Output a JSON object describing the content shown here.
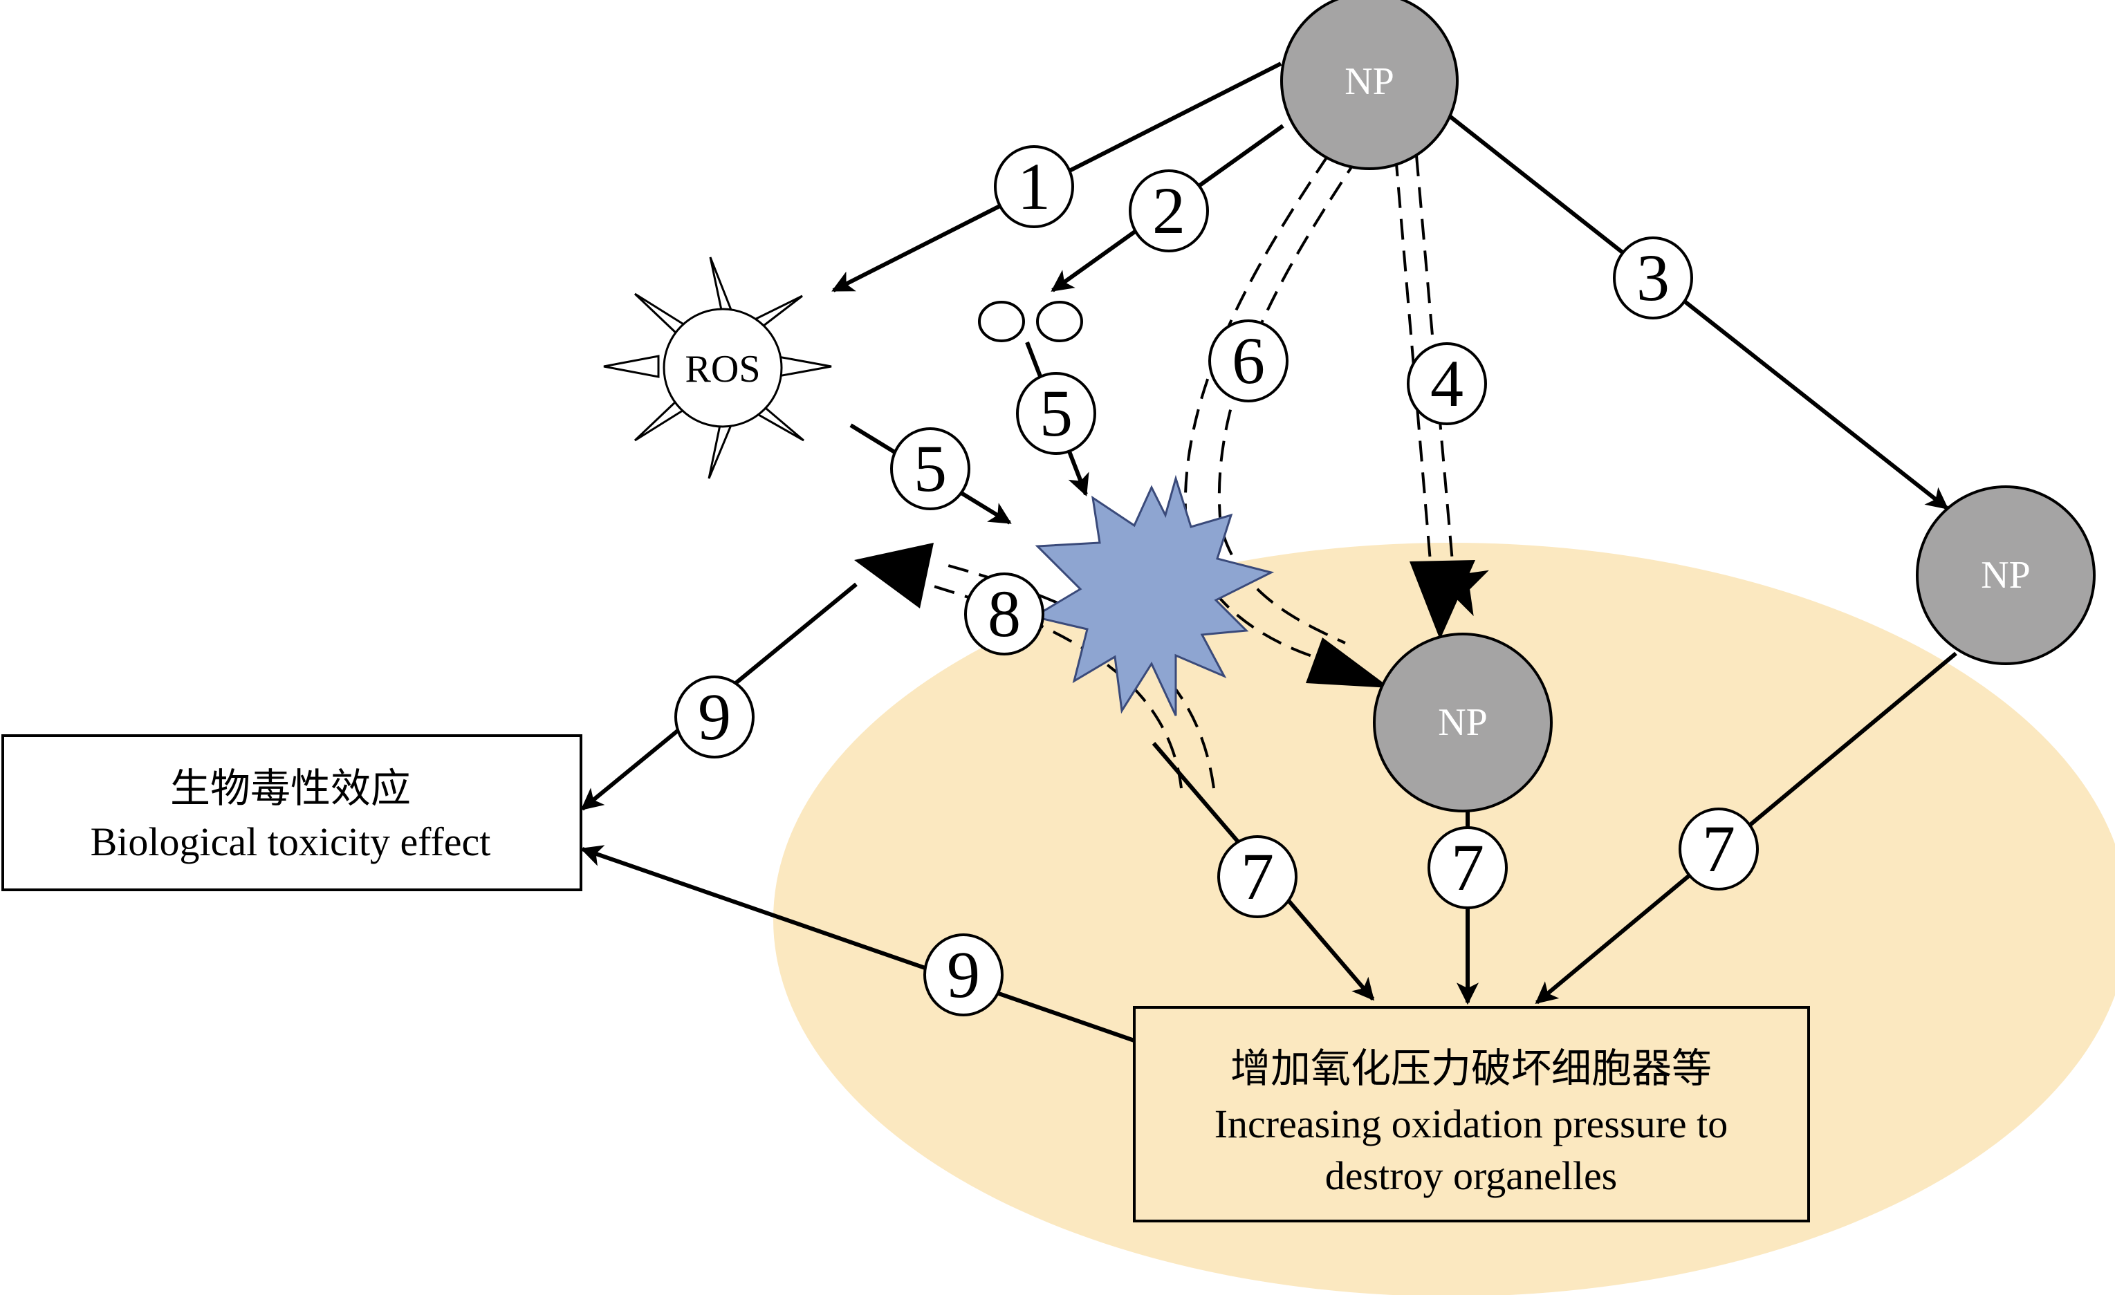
{
  "colors": {
    "cell": "#fbe8c0",
    "np_fill": "#a5a4a4",
    "burst_fill": "#8ea5d1",
    "line": "#000000"
  },
  "nodes": {
    "np_top": "NP",
    "np_right": "NP",
    "np_inner": "NP",
    "ros": "ROS"
  },
  "steps": {
    "s1": "1",
    "s2": "2",
    "s3": "3",
    "s4": "4",
    "s5_left": "5",
    "s5_center": "5",
    "s6": "6",
    "s7_left": "7",
    "s7_mid": "7",
    "s7_right": "7",
    "s8": "8",
    "s9_upper": "9",
    "s9_lower": "9"
  },
  "toxicity_box": {
    "zh": "生物毒性效应",
    "en": "Biological toxicity effect"
  },
  "oxidation_box": {
    "zh": "增加氧化压力破坏细胞器等",
    "en_line1": "Increasing oxidation pressure to",
    "en_line2": "destroy organelles"
  }
}
